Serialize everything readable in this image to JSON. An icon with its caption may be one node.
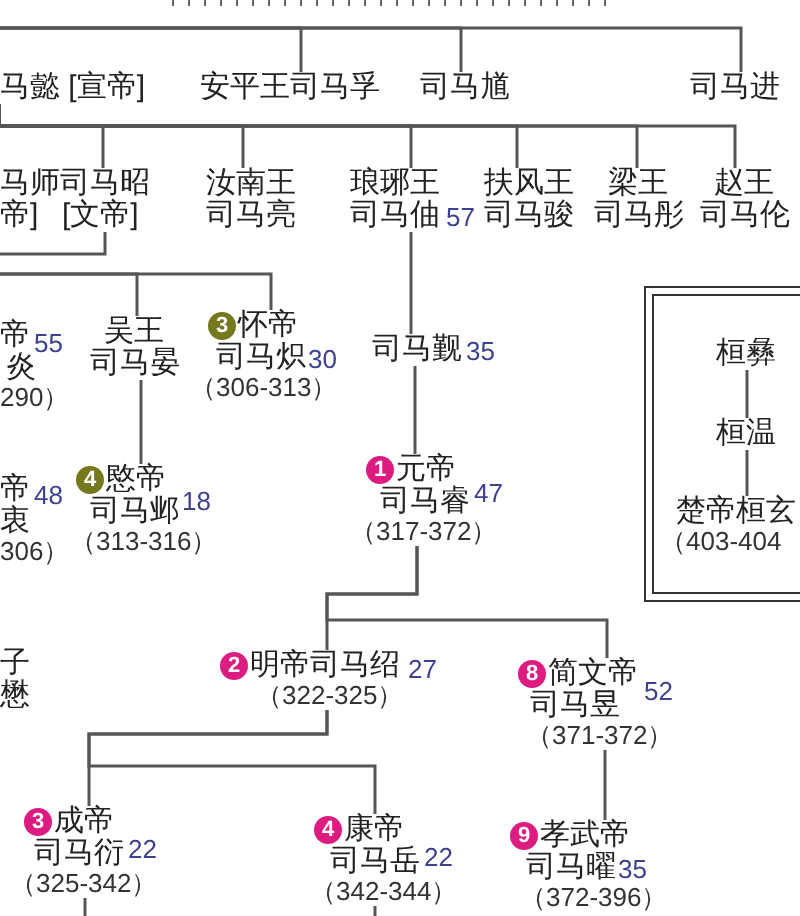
{
  "diagram": {
    "nodes": [
      {
        "text": [
          "马懿 [宣帝]"
        ]
      },
      {
        "text": [
          "安平王司马孚"
        ]
      },
      {
        "text": [
          "司马馗"
        ]
      },
      {
        "text": [
          "司马进"
        ]
      },
      {
        "text": [
          "马师",
          "帝]"
        ]
      },
      {
        "text": [
          "司马昭",
          "[文帝]"
        ]
      },
      {
        "text": [
          "汝南王",
          "司马亮"
        ]
      },
      {
        "text": [
          "琅琊王",
          "司马伷"
        ],
        "beside": [
          "57"
        ]
      },
      {
        "text": [
          "扶风王",
          "司马骏"
        ]
      },
      {
        "text": [
          "梁王",
          "司马彤"
        ]
      },
      {
        "text": [
          "赵王",
          "司马伦"
        ]
      },
      {
        "text": [
          "帝",
          "炎",
          "290）"
        ],
        "beside": [
          "55"
        ]
      },
      {
        "text": [
          "吴王",
          "司马晏"
        ]
      },
      {
        "text": [
          "3",
          "怀帝",
          "司马炽",
          "（306-313）"
        ]
      },
      {
        "text": [
          "司马觐"
        ],
        "beside": [
          "35"
        ]
      },
      {
        "text": [],
        "shape": "box"
      },
      {
        "text": [
          "桓彝"
        ],
        "in": 15
      },
      {
        "text": [
          "桓温"
        ],
        "in": 15
      },
      {
        "text": [
          "帝",
          "衷",
          "306）"
        ],
        "beside": [
          "48"
        ]
      },
      {
        "text": [
          "4",
          "愍帝",
          "司马邺",
          "（313-316）"
        ],
        "beside": [
          "18"
        ]
      },
      {
        "text": [
          "1",
          "元帝",
          "司马睿",
          "（317-372）"
        ],
        "beside": [
          "47"
        ]
      },
      {
        "text": [
          "楚帝桓玄",
          "（403-404"
        ],
        "in": 15
      },
      {
        "text": [
          "子",
          "懋"
        ]
      },
      {
        "text": [
          "2",
          "明帝司马绍",
          "（322-325）"
        ]
      },
      {
        "text": [
          "8",
          "简文帝",
          "司马昱",
          "（371-372）"
        ],
        "beside": [
          "52"
        ]
      },
      {
        "text": [
          "3",
          "成帝",
          "司马衍",
          "（325-342）"
        ],
        "beside": [
          "22"
        ]
      },
      {
        "text": [
          "4",
          "康帝",
          "司马岳",
          "（342-344）"
        ],
        "beside": [
          "22"
        ]
      },
      {
        "text": [
          "9",
          "孝武帝",
          "司马曜",
          "（372-396）"
        ],
        "beside": [
          "35"
        ]
      }
    ],
    "edges": [
      {
        "from": null,
        "to": 1,
        "arrow": "none"
      },
      {
        "from": null,
        "to": 2,
        "arrow": "none"
      },
      {
        "from": null,
        "to": 3,
        "arrow": "none"
      },
      {
        "from": 0,
        "to": 5,
        "arrow": "none"
      },
      {
        "from": 0,
        "to": 6,
        "arrow": "none"
      },
      {
        "from": 0,
        "to": 7,
        "arrow": "none"
      },
      {
        "from": 0,
        "to": 8,
        "arrow": "none"
      },
      {
        "from": 0,
        "to": 9,
        "arrow": "none"
      },
      {
        "from": 0,
        "to": 10,
        "arrow": "none"
      },
      {
        "from": 5,
        "to": null,
        "arrow": "none"
      },
      {
        "from": null,
        "to": 12,
        "arrow": "none"
      },
      {
        "from": null,
        "to": 13,
        "arrow": "none"
      },
      {
        "from": 7,
        "to": 14,
        "arrow": "none"
      },
      {
        "from": 12,
        "to": 19,
        "arrow": "none"
      },
      {
        "from": 14,
        "to": 20,
        "arrow": "none"
      },
      {
        "from": 16,
        "to": 17,
        "arrow": "none"
      },
      {
        "from": 17,
        "to": 21,
        "arrow": "none"
      },
      {
        "from": 20,
        "to": 23,
        "arrow": "none"
      },
      {
        "from": 20,
        "to": 24,
        "arrow": "none"
      },
      {
        "from": 23,
        "to": 25,
        "arrow": "none"
      },
      {
        "from": 23,
        "to": 26,
        "arrow": "none"
      },
      {
        "from": 24,
        "to": 27,
        "arrow": "none"
      },
      {
        "from": 25,
        "to": null,
        "arrow": "none"
      },
      {
        "from": 26,
        "to": null,
        "arrow": "none"
      }
    ],
    "labels": [
      "30",
      "27"
    ]
  }
}
